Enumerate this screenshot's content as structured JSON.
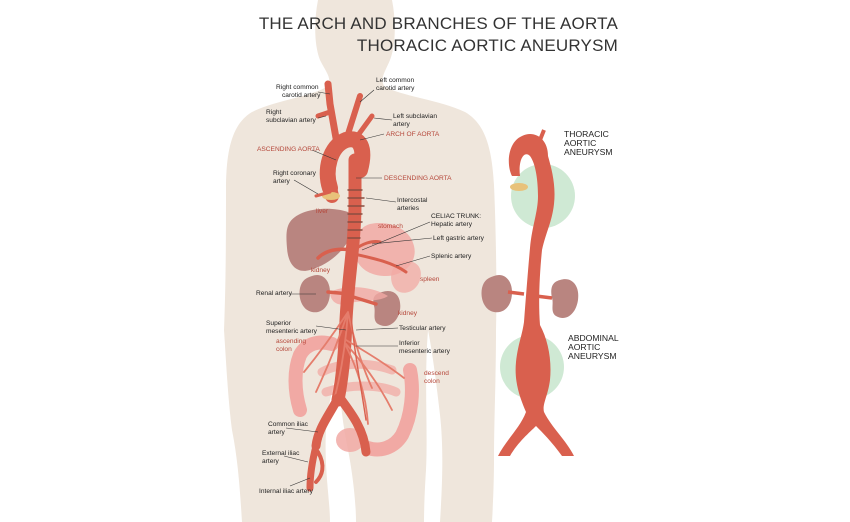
{
  "title": {
    "line1": "THE ARCH AND BRANCHES OF THE AORTA",
    "line2": "THORACIC AORTIC ANEURYSM"
  },
  "colors": {
    "silhouette": "#efe6dc",
    "artery": "#d9604e",
    "artery_dark": "#b7483a",
    "organ": "#b98580",
    "intestine": "#f1a9a4",
    "aneurysm_halo": "#cfe9d4",
    "label_red": "#b5473a"
  },
  "labels": {
    "right_common_carotid": [
      "Right common",
      "carotid artery"
    ],
    "left_common_carotid": [
      "Left common",
      "carotid artery"
    ],
    "right_subclavian": [
      "Right",
      "subclavian artery"
    ],
    "left_subclavian": [
      "Left subclavian",
      "artery"
    ],
    "arch_of_aorta": "ARCH OF AORTA",
    "ascending_aorta": "ASCENDING AORTA",
    "descending_aorta": "DESCENDING AORTA",
    "right_coronary": [
      "Right coronary",
      "artery"
    ],
    "intercostal": [
      "Intercostal",
      "arteries"
    ],
    "liver": "liver",
    "stomach": "stomach",
    "celiac_trunk": [
      "CELIAC TRUNK:",
      "Hepatic artery"
    ],
    "left_gastric": "Left gastric artery",
    "splenic": "Splenic artery",
    "kidney_left_side": "kidney",
    "spleen": "spleen",
    "renal": "Renal artery",
    "kidney_right_side": "kidney",
    "superior_mesenteric": [
      "Superior",
      "mesenteric artery"
    ],
    "testicular": "Testicular artery",
    "ascending_colon": [
      "ascending",
      "colon"
    ],
    "inferior_mesenteric": [
      "Inferior",
      "mesenteric artery"
    ],
    "descend_colon": [
      "descend",
      "colon"
    ],
    "common_iliac": [
      "Common iliac",
      "artery"
    ],
    "external_iliac": [
      "External iliac",
      "artery"
    ],
    "internal_iliac": "Internal iliac artery",
    "thoracic_aneurysm": [
      "THORACIC",
      "AORTIC",
      "ANEURYSM"
    ],
    "abdominal_aneurysm": [
      "ABDOMINAL",
      "AORTIC",
      "ANEURYSM"
    ]
  }
}
